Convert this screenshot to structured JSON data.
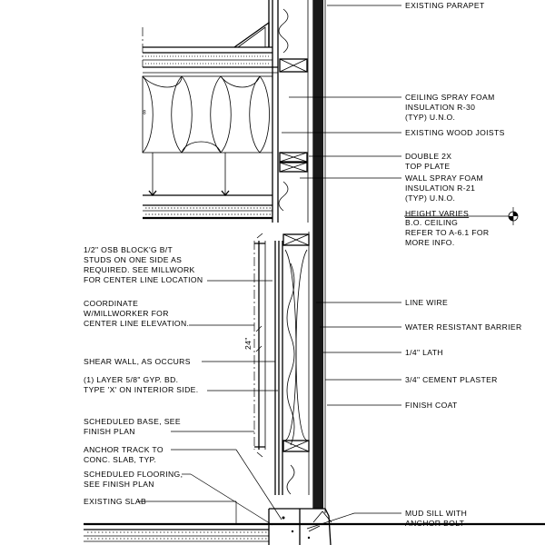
{
  "right_labels": {
    "parapet": [
      "EXISTING PARAPET"
    ],
    "ceiling_foam": [
      "CEILING SPRAY FOAM",
      "INSULATION R-30",
      "(TYP) U.N.O."
    ],
    "joists": [
      "EXISTING WOOD JOISTS"
    ],
    "top_plate": [
      "DOUBLE 2X",
      "TOP PLATE"
    ],
    "wall_foam": [
      "WALL SPRAY FOAM",
      "INSULATION R-21",
      "(TYP) U.N.O."
    ],
    "height": [
      "HEIGHT VARIES",
      "B.O. CEILING",
      "REFER TO A-6.1 FOR",
      "MORE INFO."
    ],
    "line_wire": [
      "LINE WIRE"
    ],
    "wrb": [
      "WATER RESISTANT BARRIER"
    ],
    "lath": [
      "1/4\" LATH"
    ],
    "plaster": [
      "3/4\" CEMENT PLASTER"
    ],
    "finish_coat": [
      "FINISH COAT"
    ],
    "mud_sill": [
      "MUD SILL WITH",
      "ANCHOR BOLT"
    ]
  },
  "left_labels": {
    "osb": [
      "1/2\" OSB BLOCK'G B/T",
      "STUDS ON ONE SIDE AS",
      "REQUIRED. SEE MILLWORK",
      "FOR CENTER LINE LOCATION"
    ],
    "coordinate": [
      "COORDINATE",
      "W/MILLWORKER FOR",
      "CENTER LINE ELEVATION."
    ],
    "shear": [
      "SHEAR WALL, AS OCCURS"
    ],
    "gyp": [
      "(1)  LAYER 5/8\" GYP. BD.",
      "TYPE 'X' ON INTERIOR SIDE."
    ],
    "base": [
      "SCHEDULED BASE, SEE",
      "FINISH PLAN"
    ],
    "anchor": [
      "ANCHOR TRACK TO",
      "CONC. SLAB, TYP."
    ],
    "flooring": [
      "SCHEDULED FLOORING,",
      "SEE FINISH PLAN"
    ],
    "slab": [
      "EXISTING SLAB"
    ]
  },
  "dimension_text": "24\""
}
